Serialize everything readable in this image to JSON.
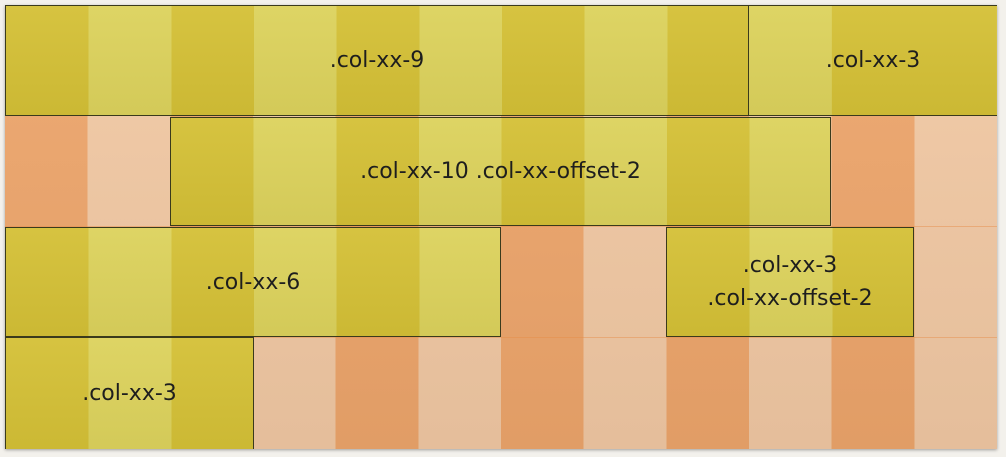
{
  "rows": [
    {
      "blocks": [
        {
          "lines": [
            ".col-xx-9"
          ]
        },
        {
          "lines": [
            ".col-xx-3"
          ]
        }
      ]
    },
    {
      "blocks": [
        {
          "lines": [
            ".col-xx-10 .col-xx-offset-2"
          ]
        }
      ]
    },
    {
      "blocks": [
        {
          "lines": [
            ".col-xx-6"
          ]
        },
        {
          "lines": [
            ".col-xx-3",
            ".col-xx-offset-2"
          ]
        }
      ]
    },
    {
      "blocks": [
        {
          "lines": [
            ".col-xx-3"
          ]
        }
      ]
    }
  ],
  "colors": {
    "yellow_dark": "#d4c036",
    "yellow_light": "#dcd25c",
    "orange_dark": "#eda56b",
    "orange_light": "#f1c8a3"
  }
}
